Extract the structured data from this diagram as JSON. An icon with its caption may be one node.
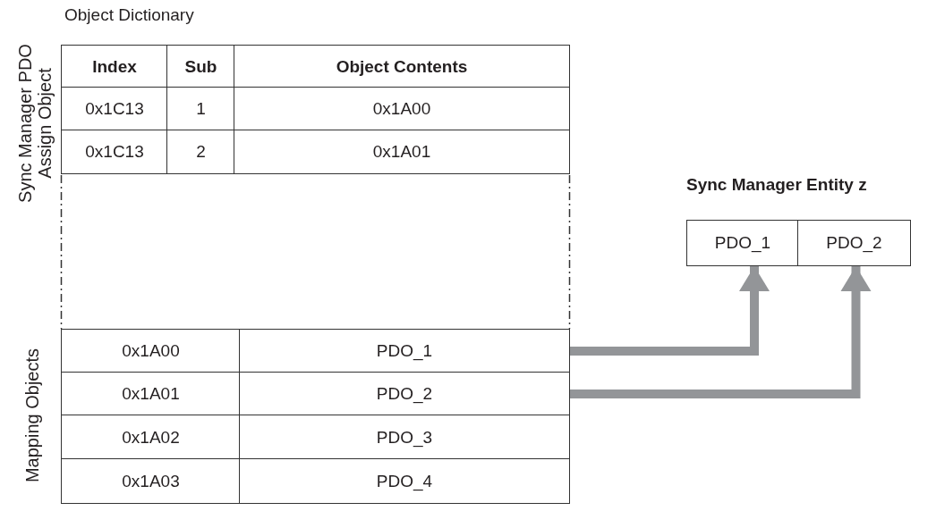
{
  "diagram": {
    "title": "Object Dictionary",
    "nodes": [
      {
        "text": [
          "Index"
        ]
      },
      {
        "text": [
          "Sub"
        ]
      },
      {
        "text": [
          "Object Contents"
        ]
      },
      {
        "text": [
          "0x1C13"
        ]
      },
      {
        "text": [
          "1"
        ]
      },
      {
        "text": [
          "0x1A00"
        ]
      },
      {
        "text": [
          "0x1C13"
        ]
      },
      {
        "text": [
          "2"
        ]
      },
      {
        "text": [
          "0x1A01"
        ]
      },
      {
        "text": [
          "0x1A00"
        ]
      },
      {
        "text": [
          "PDO_1"
        ]
      },
      {
        "text": [
          "0x1A01"
        ]
      },
      {
        "text": [
          "PDO_2"
        ]
      },
      {
        "text": [
          "0x1A02"
        ]
      },
      {
        "text": [
          "PDO_3"
        ]
      },
      {
        "text": [
          "0x1A03"
        ]
      },
      {
        "text": [
          "PDO_4"
        ]
      },
      {
        "text": [
          "Sync Manager Entity z"
        ]
      },
      {
        "text": [
          "PDO_1"
        ],
        "in": 17
      },
      {
        "text": [
          "PDO_2"
        ],
        "in": 17
      }
    ],
    "edges": [
      {
        "from": 10,
        "to": 18,
        "arrow": "to"
      },
      {
        "from": 12,
        "to": 19,
        "arrow": "to"
      }
    ],
    "labels": [
      "Sync Manager PDO Assign Object",
      "Mapping Objects"
    ]
  }
}
